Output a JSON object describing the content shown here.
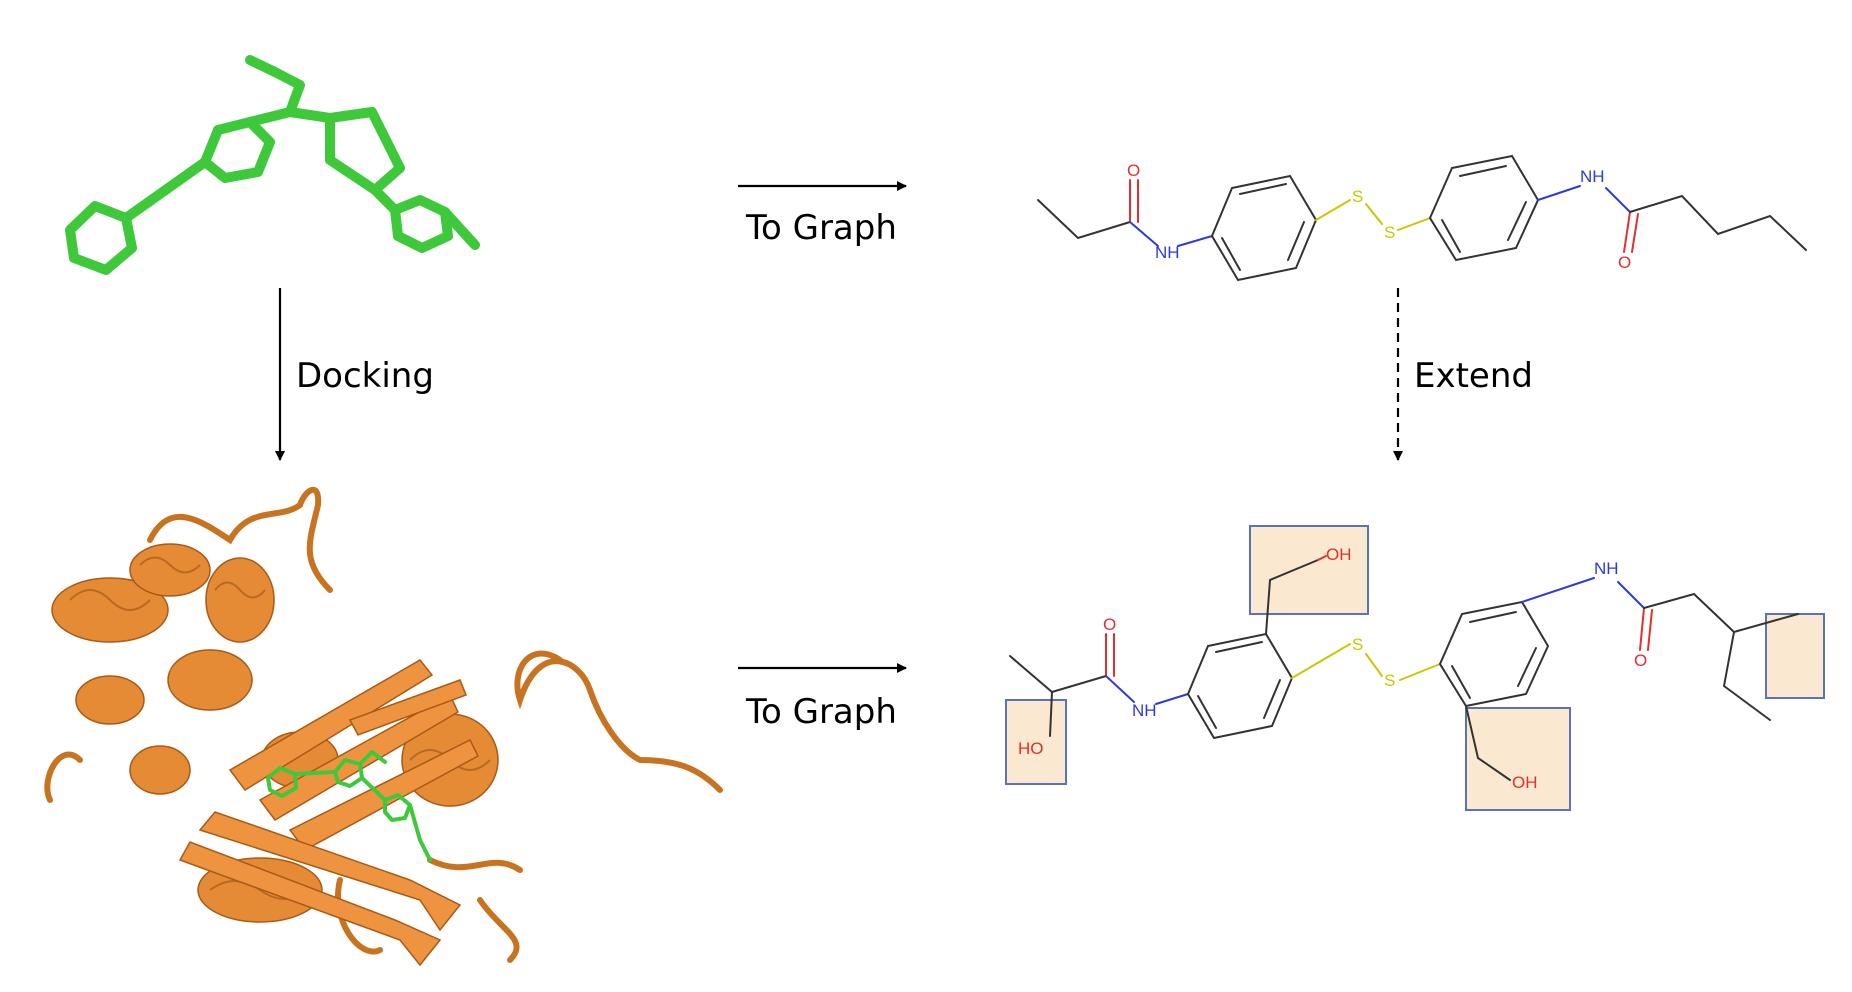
{
  "arrows": {
    "to_graph_top": "To Graph",
    "to_graph_bottom": "To Graph",
    "docking": "Docking",
    "extend": "Extend"
  },
  "atoms": {
    "oxygen": "O",
    "nitrogen_hydrogen": "NH",
    "sulfur": "S",
    "hydroxyl": "OH",
    "hydroxyl_left": "HO"
  },
  "colors": {
    "ligand_green": "#3ec93b",
    "protein_orange": "#d9822b",
    "bond_gray": "#333333",
    "oxygen_red": "#e0302f",
    "nitrogen_blue": "#2f3bd6",
    "sulfur_yellow": "#c8c800",
    "highlight_fill": "#fae8d0",
    "highlight_stroke": "#5a72b8"
  }
}
